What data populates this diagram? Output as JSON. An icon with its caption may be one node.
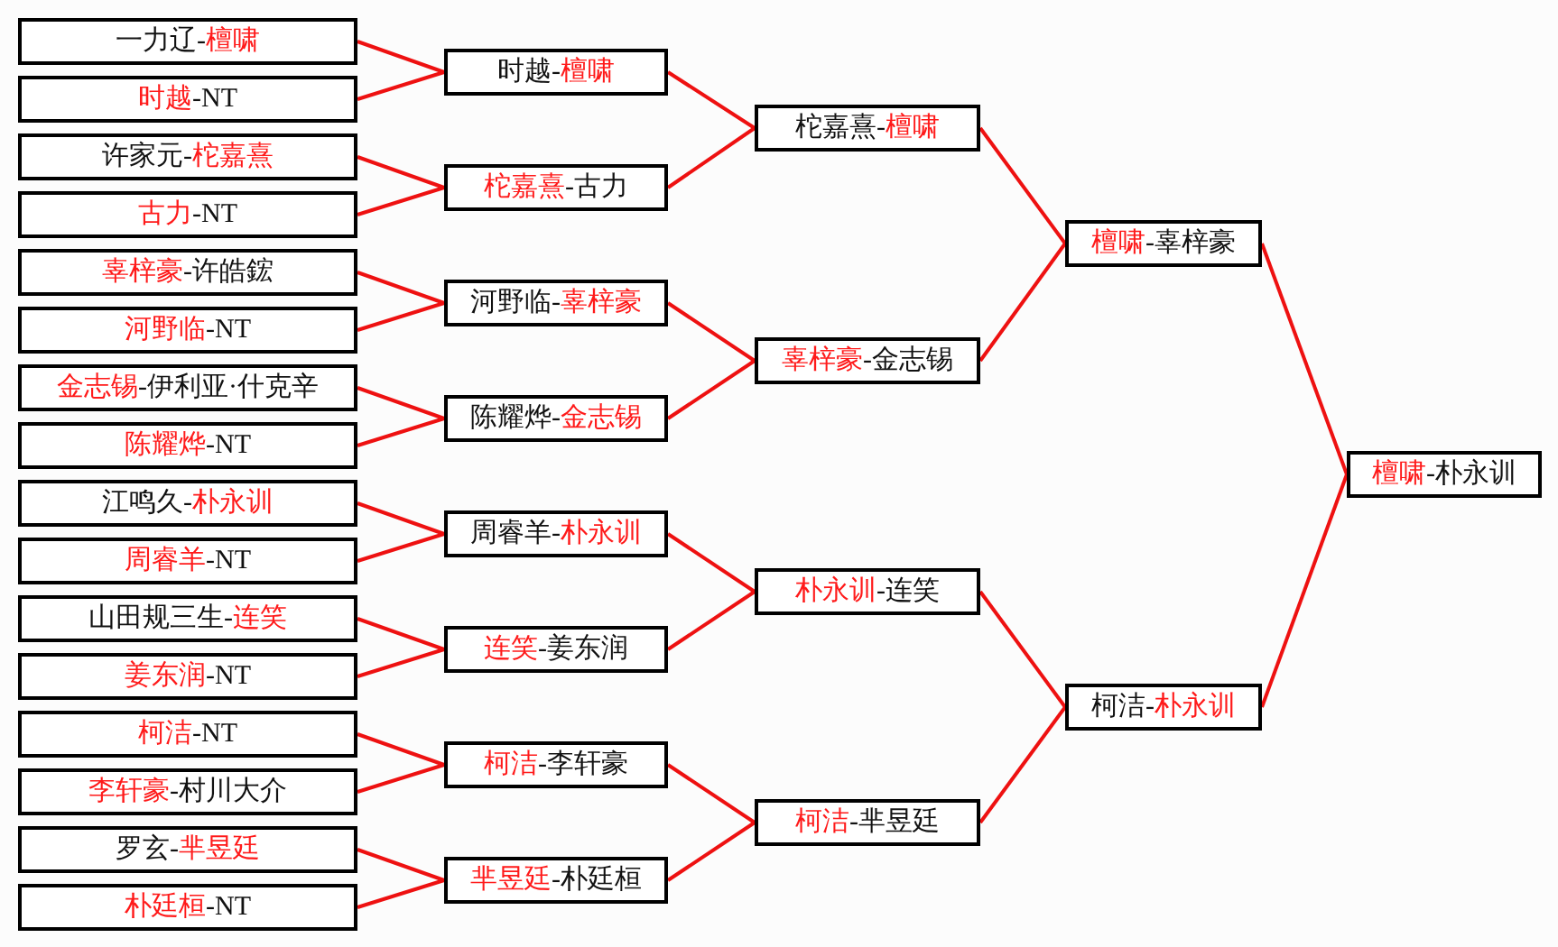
{
  "diagram": {
    "nodes": [
      {
        "text": [
          "一力辽-**檀啸**"
        ]
      },
      {
        "text": [
          "**时越**-NT"
        ]
      },
      {
        "text": [
          "许家元-**柁嘉熹**"
        ]
      },
      {
        "text": [
          "**古力**-NT"
        ]
      },
      {
        "text": [
          "**辜梓豪**-许皓鋐"
        ]
      },
      {
        "text": [
          "**河野临**-NT"
        ]
      },
      {
        "text": [
          "**金志锡**-伊利亚·什克辛"
        ]
      },
      {
        "text": [
          "**陈耀烨**-NT"
        ]
      },
      {
        "text": [
          "江鸣久-**朴永训**"
        ]
      },
      {
        "text": [
          "**周睿羊**-NT"
        ]
      },
      {
        "text": [
          "山田规三生-**连笑**"
        ]
      },
      {
        "text": [
          "**姜东润**-NT"
        ]
      },
      {
        "text": [
          "**柯洁**-NT"
        ]
      },
      {
        "text": [
          "**李轩豪**-村川大介"
        ]
      },
      {
        "text": [
          "罗玄-**芈昱廷**"
        ]
      },
      {
        "text": [
          "**朴廷桓**-NT"
        ]
      },
      {
        "text": [
          "时越-**檀啸**"
        ]
      },
      {
        "text": [
          "**柁嘉熹**-古力"
        ]
      },
      {
        "text": [
          "河野临-**辜梓豪**"
        ]
      },
      {
        "text": [
          "陈耀烨-**金志锡**"
        ]
      },
      {
        "text": [
          "周睿羊-**朴永训**"
        ]
      },
      {
        "text": [
          "**连笑**-姜东润"
        ]
      },
      {
        "text": [
          "**柯洁**-李轩豪"
        ]
      },
      {
        "text": [
          "**芈昱廷**-朴廷桓"
        ]
      },
      {
        "text": [
          "柁嘉熹-**檀啸**"
        ]
      },
      {
        "text": [
          "**辜梓豪**-金志锡"
        ]
      },
      {
        "text": [
          "**朴永训**-连笑"
        ]
      },
      {
        "text": [
          "**柯洁**-芈昱廷"
        ]
      },
      {
        "text": [
          "**檀啸**-辜梓豪"
        ]
      },
      {
        "text": [
          "柯洁-**朴永训**"
        ]
      },
      {
        "text": [
          "**檀啸**-朴永训"
        ]
      }
    ],
    "edges": [
      {
        "from": 0,
        "to": 16,
        "arrow": "none"
      },
      {
        "from": 1,
        "to": 16,
        "arrow": "none"
      },
      {
        "from": 2,
        "to": 17,
        "arrow": "none"
      },
      {
        "from": 3,
        "to": 17,
        "arrow": "none"
      },
      {
        "from": 4,
        "to": 18,
        "arrow": "none"
      },
      {
        "from": 5,
        "to": 18,
        "arrow": "none"
      },
      {
        "from": 6,
        "to": 19,
        "arrow": "none"
      },
      {
        "from": 7,
        "to": 19,
        "arrow": "none"
      },
      {
        "from": 8,
        "to": 20,
        "arrow": "none"
      },
      {
        "from": 9,
        "to": 20,
        "arrow": "none"
      },
      {
        "from": 10,
        "to": 21,
        "arrow": "none"
      },
      {
        "from": 11,
        "to": 21,
        "arrow": "none"
      },
      {
        "from": 12,
        "to": 22,
        "arrow": "none"
      },
      {
        "from": 13,
        "to": 22,
        "arrow": "none"
      },
      {
        "from": 14,
        "to": 23,
        "arrow": "none"
      },
      {
        "from": 15,
        "to": 23,
        "arrow": "none"
      },
      {
        "from": 16,
        "to": 24,
        "arrow": "none"
      },
      {
        "from": 17,
        "to": 24,
        "arrow": "none"
      },
      {
        "from": 18,
        "to": 25,
        "arrow": "none"
      },
      {
        "from": 19,
        "to": 25,
        "arrow": "none"
      },
      {
        "from": 20,
        "to": 26,
        "arrow": "none"
      },
      {
        "from": 21,
        "to": 26,
        "arrow": "none"
      },
      {
        "from": 22,
        "to": 27,
        "arrow": "none"
      },
      {
        "from": 23,
        "to": 27,
        "arrow": "none"
      },
      {
        "from": 24,
        "to": 28,
        "arrow": "none"
      },
      {
        "from": 25,
        "to": 28,
        "arrow": "none"
      },
      {
        "from": 26,
        "to": 29,
        "arrow": "none"
      },
      {
        "from": 27,
        "to": 29,
        "arrow": "none"
      },
      {
        "from": 28,
        "to": 30,
        "arrow": "none"
      },
      {
        "from": 29,
        "to": 30,
        "arrow": "none"
      }
    ]
  }
}
